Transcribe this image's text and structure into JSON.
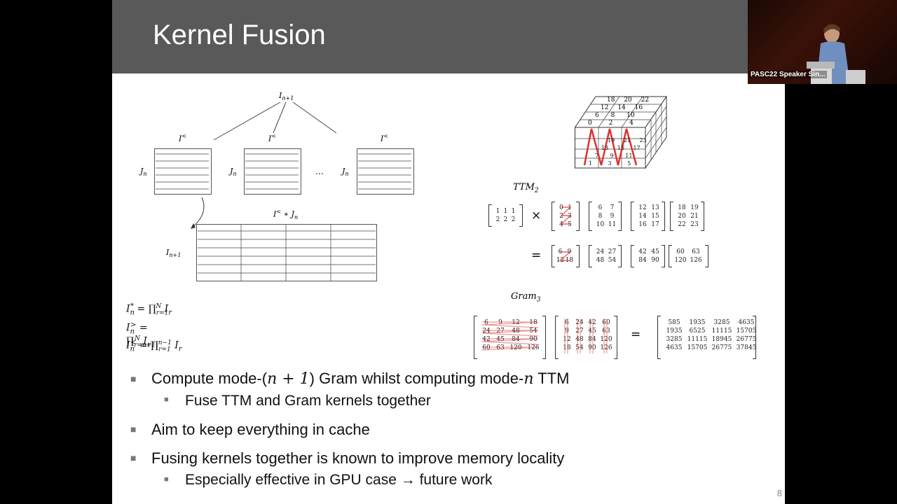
{
  "slide": {
    "title": "Kernel Fusion",
    "page_number": "8"
  },
  "speaker": {
    "caption": "PASC22 Speaker Sin..."
  },
  "diagram_left": {
    "top_label": "I_{n+1}",
    "branch_label": "I^<",
    "row_label": "J_n",
    "ellipsis": "…",
    "combined_label": "I^< * J_n",
    "combined_row_label": "I_{n+1}"
  },
  "formulas": [
    {
      "lhs": "I",
      "sub": "n",
      "sup": "*",
      "rhs": " = ∏",
      "lim_sub": "r=1",
      "lim_sup": "N",
      "tail": " I_r"
    },
    {
      "lhs": "I",
      "sub": "n",
      "sup": ">",
      "rhs": " = ∏",
      "lim_sub": "r=n+1",
      "lim_sup": "N",
      "tail": " I_r"
    },
    {
      "lhs": "I",
      "sub": "n",
      "sup": "<",
      "rhs": " = ∏",
      "lim_sub": "r=1",
      "lim_sup": "n−1",
      "tail": " I_r"
    }
  ],
  "cube": {
    "top_rows": [
      "18 20 22",
      "12 14 16",
      "6 8 10",
      "0 2 4"
    ],
    "front_right": [
      "19 21 23",
      "13 15 17",
      "7 9 11",
      "1 3 5"
    ]
  },
  "ttm": {
    "label": "TTM",
    "label_sub": "2",
    "left_matrix": [
      [
        "1",
        "1",
        "1"
      ],
      [
        "2",
        "2",
        "2"
      ]
    ],
    "times": "×",
    "blocks": [
      [
        [
          "0",
          "1"
        ],
        [
          "2",
          "3"
        ],
        [
          "4",
          "5"
        ]
      ],
      [
        [
          "6",
          "7"
        ],
        [
          "8",
          "9"
        ],
        [
          "10",
          "11"
        ]
      ],
      [
        [
          "12",
          "13"
        ],
        [
          "14",
          "15"
        ],
        [
          "16",
          "17"
        ]
      ],
      [
        [
          "18",
          "19"
        ],
        [
          "20",
          "21"
        ],
        [
          "22",
          "23"
        ]
      ]
    ],
    "equals": "=",
    "result_blocks": [
      [
        [
          "6",
          "9"
        ],
        [
          "12",
          "18"
        ]
      ],
      [
        [
          "24",
          "27"
        ],
        [
          "48",
          "54"
        ]
      ],
      [
        [
          "42",
          "45"
        ],
        [
          "84",
          "90"
        ]
      ],
      [
        [
          "60",
          "63"
        ],
        [
          "120",
          "126"
        ]
      ]
    ]
  },
  "gram": {
    "label": "Gram",
    "label_sub": "3",
    "a": [
      [
        "6",
        "9",
        "12",
        "18"
      ],
      [
        "24",
        "27",
        "48",
        "54"
      ],
      [
        "42",
        "45",
        "84",
        "90"
      ],
      [
        "60",
        "63",
        "120",
        "126"
      ]
    ],
    "b": [
      [
        "6",
        "24",
        "42",
        "60"
      ],
      [
        "9",
        "27",
        "45",
        "63"
      ],
      [
        "12",
        "48",
        "84",
        "120"
      ],
      [
        "18",
        "54",
        "90",
        "126"
      ]
    ],
    "equals": "=",
    "result": [
      [
        "585",
        "1935",
        "3285",
        "4635"
      ],
      [
        "1935",
        "6525",
        "11115",
        "15705"
      ],
      [
        "3285",
        "11115",
        "18945",
        "26775"
      ],
      [
        "4635",
        "15705",
        "26775",
        "37845"
      ]
    ]
  },
  "bullets": [
    {
      "pre": "Compute mode-(",
      "math": "n + 1",
      "post": ") Gram whilst computing mode-",
      "math2": "n",
      "post2": " TTM"
    },
    {
      "text": "Fuse TTM and Gram kernels together"
    },
    {
      "text": "Aim to keep everything in cache"
    },
    {
      "text": "Fusing kernels together is known to improve memory locality"
    },
    {
      "text": "Especially effective in GPU case → future work"
    }
  ],
  "colors": {
    "title_bar": "#595959",
    "highlight": "#e03030"
  }
}
